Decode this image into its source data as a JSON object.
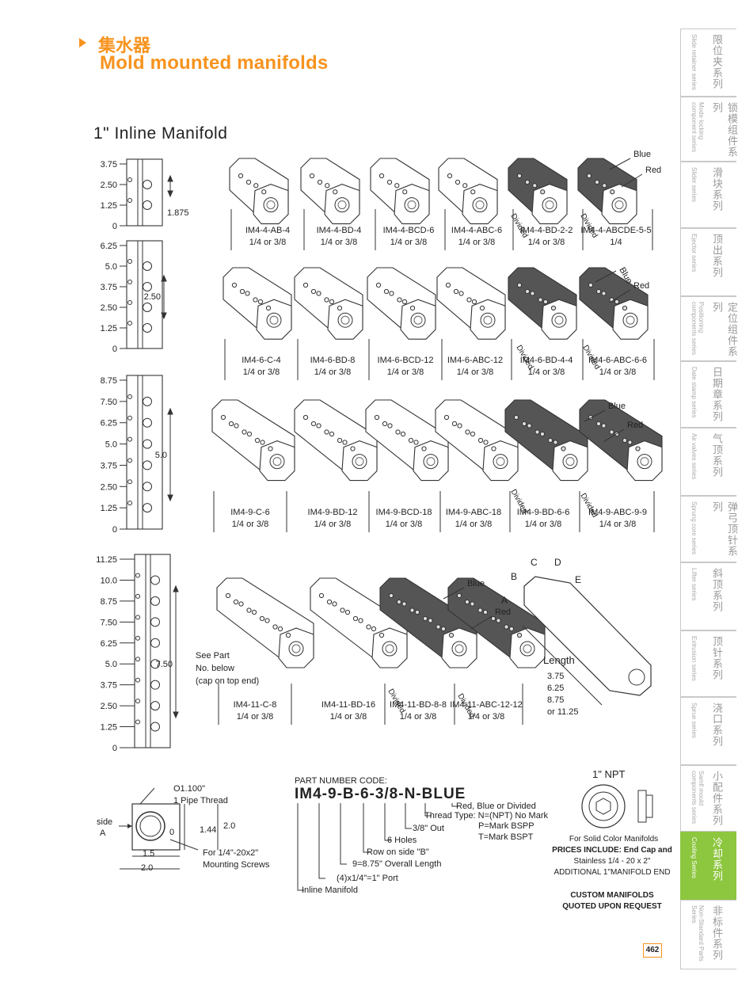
{
  "header": {
    "cn": "集水器",
    "en": "Mold mounted manifolds"
  },
  "section_title": "1\" Inline Manifold",
  "row1": {
    "ticks": [
      "3.75",
      "2.50",
      "1.25",
      "0"
    ],
    "dim": "1.875",
    "items": [
      {
        "name": "IM4-4-AB-4",
        "size": "1/4 or 3/8"
      },
      {
        "name": "IM4-4-BD-4",
        "size": "1/4 or 3/8"
      },
      {
        "name": "IM4-4-BCD-6",
        "size": "1/4 or 3/8"
      },
      {
        "name": "IM4-4-ABC-6",
        "size": "1/4 or 3/8"
      },
      {
        "name": "IM4-4-BD-2-2",
        "size": "1/4 or 3/8"
      },
      {
        "name": "IM4-4-ABCDE-5-5",
        "size": "1/4"
      }
    ]
  },
  "row2": {
    "ticks": [
      "6.25",
      "5.0",
      "3.75",
      "2.50",
      "1.25",
      "0"
    ],
    "dim": "2.50",
    "items": [
      {
        "name": "IM4-6-C-4",
        "size": "1/4 or 3/8"
      },
      {
        "name": "IM4-6-BD-8",
        "size": "1/4 or 3/8"
      },
      {
        "name": "IM4-6-BCD-12",
        "size": "1/4 or 3/8"
      },
      {
        "name": "IM4-6-ABC-12",
        "size": "1/4 or 3/8"
      },
      {
        "name": "IM4-6-BD-4-4",
        "size": "1/4 or 3/8"
      },
      {
        "name": "IM4-6-ABC-6-6",
        "size": "1/4 or 3/8"
      }
    ]
  },
  "row3": {
    "ticks": [
      "8.75",
      "7.50",
      "6.25",
      "5.0",
      "3.75",
      "2.50",
      "1.25",
      "0"
    ],
    "dim": "5.0",
    "items": [
      {
        "name": "IM4-9-C-6",
        "size": "1/4 or 3/8"
      },
      {
        "name": "IM4-9-BD-12",
        "size": "1/4 or 3/8"
      },
      {
        "name": "IM4-9-BCD-18",
        "size": "1/4 or 3/8"
      },
      {
        "name": "IM4-9-ABC-18",
        "size": "1/4 or 3/8"
      },
      {
        "name": "IM4-9-BD-6-6",
        "size": "1/4 or 3/8"
      },
      {
        "name": "IM4-9-ABC-9-9",
        "size": "1/4 or 3/8"
      }
    ]
  },
  "row4": {
    "ticks": [
      "11.25",
      "10.0",
      "8.75",
      "7.50",
      "6.25",
      "5.0",
      "3.75",
      "2.50",
      "1.25",
      "0"
    ],
    "dim": "7.50",
    "items": [
      {
        "name": "IM4-11-C-8",
        "size": "1/4 or 3/8"
      },
      {
        "name": "IM4-11-BD-16",
        "size": "1/4 or 3/8"
      },
      {
        "name": "IM4-11-BD-8-8",
        "size": "1/4 or 3/8"
      },
      {
        "name": "IM4-11-ABC-12-12",
        "size": "1/4 or 3/8"
      }
    ]
  },
  "callouts": {
    "blue": "Blue",
    "red": "Red",
    "divided": "Divided",
    "see_part": "See Part",
    "no_below": "No. below",
    "cap_note": "(cap on top end)",
    "A": "A",
    "B": "B",
    "C": "C",
    "D": "D",
    "E": "E",
    "length": "Length",
    "lengths": [
      "3.75",
      "6.25",
      "8.75",
      "or 11.25"
    ]
  },
  "section_drawing": {
    "thread_dia": "O1.100\"",
    "pipe_thread": "1 Pipe Thread",
    "side": "side",
    "side_a": "A",
    "dim_144": "1.44",
    "dim_20v": "2.0",
    "dim_0": "0",
    "dim_15": "1.5",
    "dim_20h": "2.0",
    "screw1": "For 1/4\"-20x2\"",
    "screw2": "Mounting Screws"
  },
  "part_code": {
    "title": "PART NUMBER CODE:",
    "code": "IM4-9-B-6-3/8-N-BLUE",
    "lines": [
      "Red, Blue or Divided",
      "Thread Type: N=(NPT) No Mark",
      "P=Mark BSPP",
      "T=Mark BSPT",
      "3/8\" Out",
      "6 Holes",
      "Row on side \"B\"",
      "9=8.75\" Overall Length",
      "(4)x1/4\"=1\" Port",
      "Inline Manifold"
    ]
  },
  "npt": {
    "title": "1\" NPT",
    "l1": "For Solid Color Manifolds",
    "l2": "PRICES INCLUDE: End Cap and",
    "l3": "Stainless 1/4 - 20 x 2\"",
    "l4": "ADDITIONAL 1\"MANIFOLD END",
    "c1": "CUSTOM MANIFOLDS",
    "c2": "QUOTED UPON REQUEST"
  },
  "page_number": "462",
  "sidebar": [
    {
      "cn": "限位夹系列",
      "en": "Slide retainer series"
    },
    {
      "cn": "锁模组件系列",
      "en": "Mode locking component series"
    },
    {
      "cn": "滑块系列",
      "en": "Slider series"
    },
    {
      "cn": "顶出系列",
      "en": "Ejector series"
    },
    {
      "cn": "定位组件系列",
      "en": "Positioning components series"
    },
    {
      "cn": "日期章系列",
      "en": "Date stamp series"
    },
    {
      "cn": "气顶系列",
      "en": "Air valves series"
    },
    {
      "cn": "弹弓顶针系列",
      "en": "Sprung core series"
    },
    {
      "cn": "斜顶系列",
      "en": "Lifter series"
    },
    {
      "cn": "顶针系列",
      "en": "Extrusion series"
    },
    {
      "cn": "浇口系列",
      "en": "Sprue series"
    },
    {
      "cn": "小配件系列",
      "en": "Samll mould components series"
    },
    {
      "cn": "冷却系列",
      "en": "Cooling Series"
    },
    {
      "cn": "非标件系列",
      "en": "Non-Standard Parts Series"
    }
  ],
  "colors": {
    "accent": "#f7931e",
    "active_tab": "#8dc63f",
    "dark_part": "#555555"
  }
}
